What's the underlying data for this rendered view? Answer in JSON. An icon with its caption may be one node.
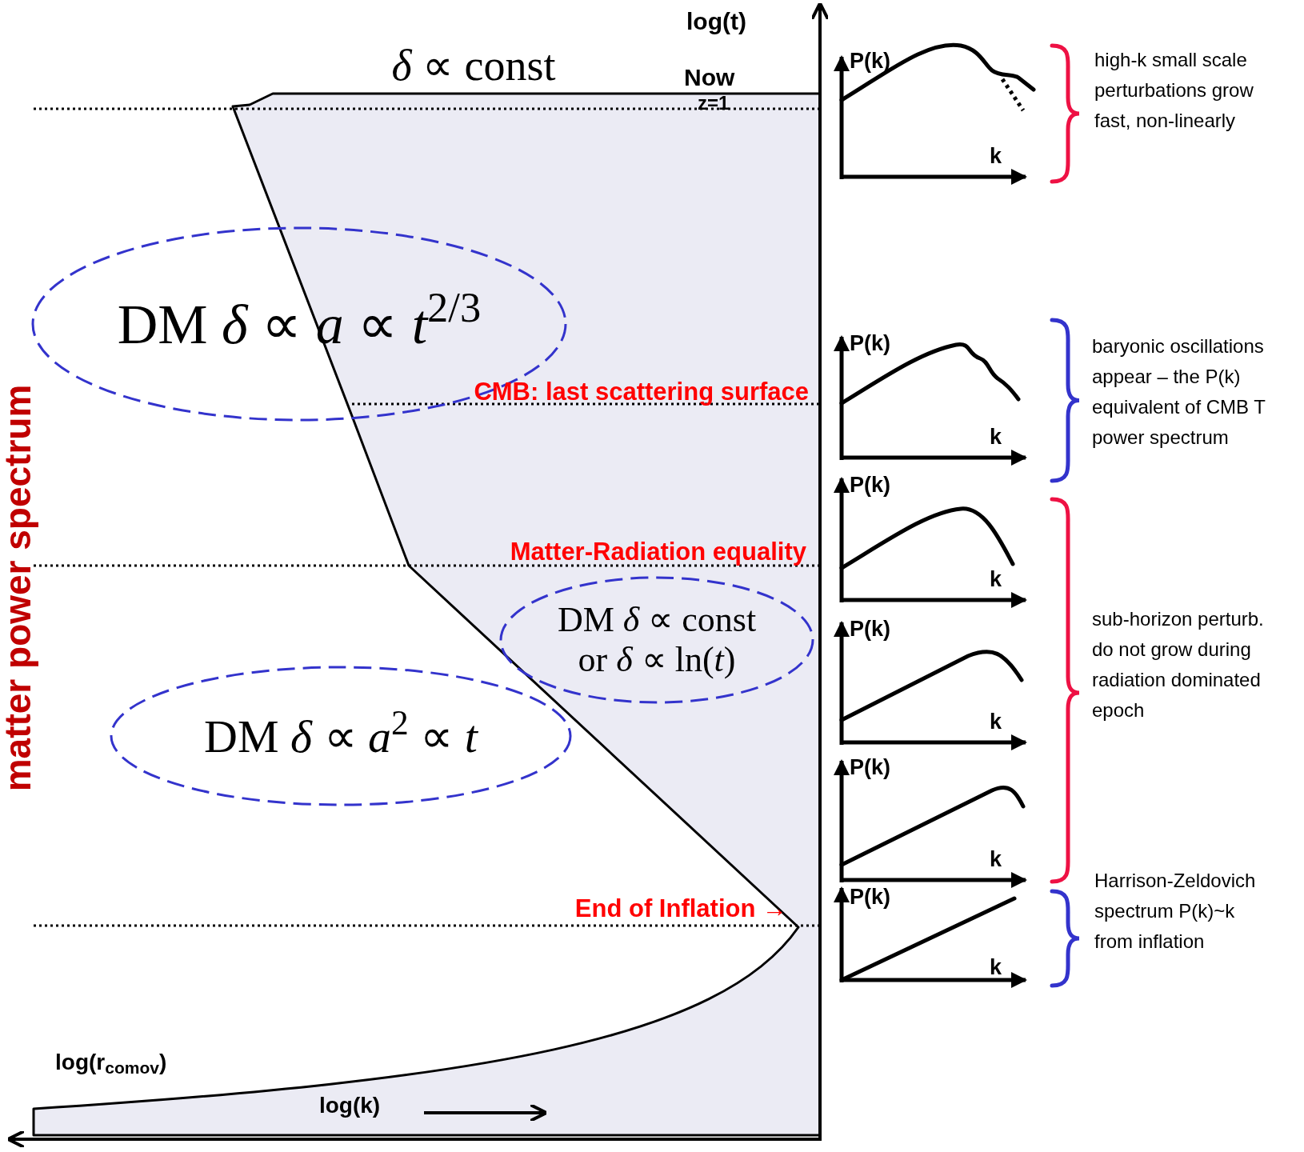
{
  "diagram": {
    "nodes": [
      {
        "text": [
          "DM *δ* ∝ *a* ∝ *t*$^{2/3}$"
        ]
      },
      {
        "text": [
          "DM *δ* ∝ const or *δ* ∝ ln(*t*)"
        ]
      },
      {
        "text": [
          "DM *δ* ∝ *a*$^{2}$ ∝ *t*"
        ]
      }
    ],
    "labels": [
      "log(t)",
      "*δ* ∝ const",
      "Now",
      "z=1",
      "P(k)",
      "k",
      "high-k small scale perturbations grow fast, non-linearly",
      "P(k)",
      "k",
      "baryonic oscillations appear – the P(k) equivalent of CMB T power spectrum",
      "CMB: last scattering surface",
      "P(k)",
      "k",
      "Matter-Radiation equality",
      "P(k)",
      "k",
      "sub-horizon perturb. do not grow during radiation dominated epoch",
      "P(k)",
      "k",
      "Harrison-Zeldovich spectrum P(k)~k from inflation",
      "P(k)",
      "k",
      "End of Inflation →",
      "log(r$_{comov}$)",
      "log(k)",
      "matter power spectrum"
    ]
  }
}
